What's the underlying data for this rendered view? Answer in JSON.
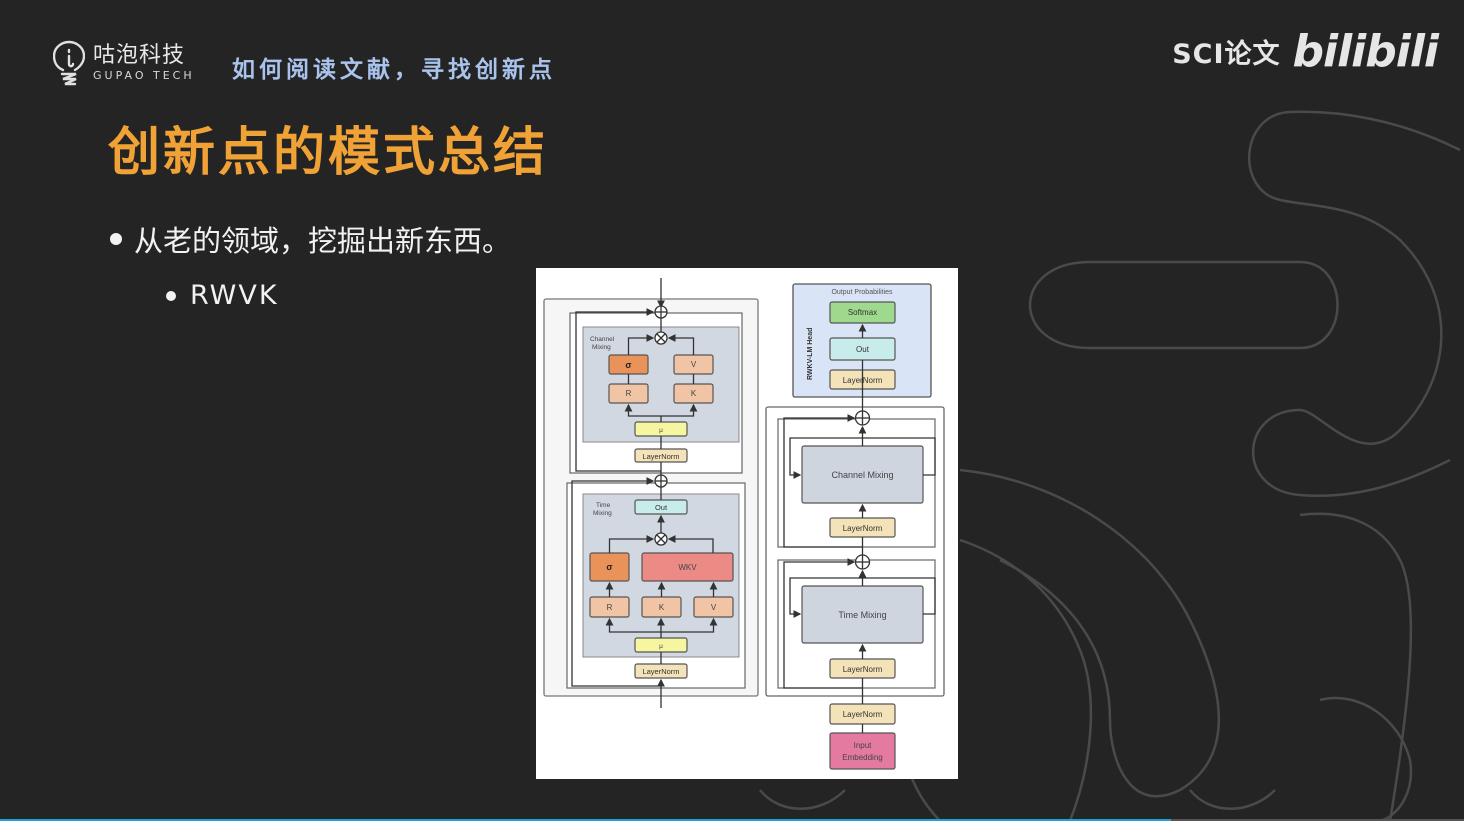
{
  "header": {
    "logo_cn": "咕泡科技",
    "logo_en": "GUPAO TECH",
    "series_title": "如何阅读文献，寻找创新点",
    "brand_prefix": "SCI论文",
    "brand_name": "bilibili"
  },
  "slide": {
    "title": "创新点的模式总结",
    "bullets": [
      {
        "level": 1,
        "text": "从老的领域，挖掘出新东西。"
      },
      {
        "level": 2,
        "text": "RWVK"
      }
    ]
  },
  "colors": {
    "title_accent": "#f0a236",
    "series_title": "#a9c3ec",
    "progress": "#1fa0d6"
  },
  "playback": {
    "progress_fraction": 0.8
  },
  "figure": {
    "left_diagram": {
      "channel_mixing": {
        "label_line1": "Channel",
        "label_line2": "Mixing",
        "sigma": "σ",
        "v": "V",
        "r": "R",
        "k": "K",
        "mu": "μ",
        "layernorm": "LayerNorm"
      },
      "time_mixing": {
        "label_line1": "Time",
        "label_line2": "Mixing",
        "out": "Out",
        "sigma": "σ",
        "wkv": "WKV",
        "r": "R",
        "k": "K",
        "v": "V",
        "mu": "μ",
        "layernorm": "LayerNorm"
      }
    },
    "right_diagram": {
      "head_label": "RWKV-LM Head",
      "output_probabilities": "Output Probabilities",
      "softmax": "Softmax",
      "out": "Out",
      "head_layernorm": "LayerNorm",
      "channel_mixing": "Channel Mixing",
      "cm_layernorm": "LayerNorm",
      "time_mixing": "Time Mixing",
      "tm_layernorm": "LayerNorm",
      "input_layernorm": "LayerNorm",
      "input_embedding_line1": "Input",
      "input_embedding_line2": "Embedding"
    }
  }
}
